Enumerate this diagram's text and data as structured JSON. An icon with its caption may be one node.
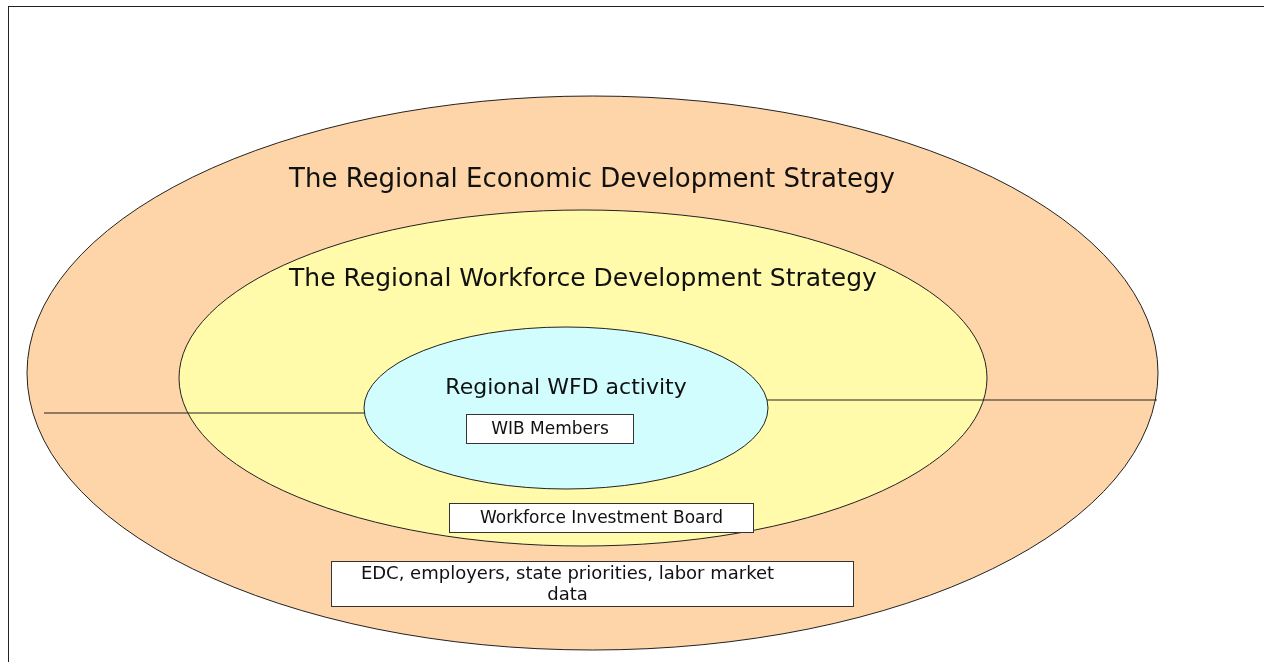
{
  "diagram": {
    "nodes": [
      {
        "text": [
          "The Regional Economic Development Strategy"
        ]
      },
      {
        "text": [
          "The Regional Workforce Development Strategy"
        ],
        "in": 0
      },
      {
        "text": [
          "Regional WFD activity"
        ],
        "in": 1
      },
      {
        "text": [
          "WIB Members"
        ],
        "in": 2
      },
      {
        "text": [
          "Workforce Investment Board"
        ],
        "in": 1
      },
      {
        "text": [
          "EDC, employers, state priorities, labor market data"
        ],
        "in": 0
      }
    ],
    "edges": [
      {
        "from": null,
        "to": 2,
        "arrow": "none"
      },
      {
        "from": 2,
        "to": null,
        "arrow": "none"
      }
    ]
  }
}
